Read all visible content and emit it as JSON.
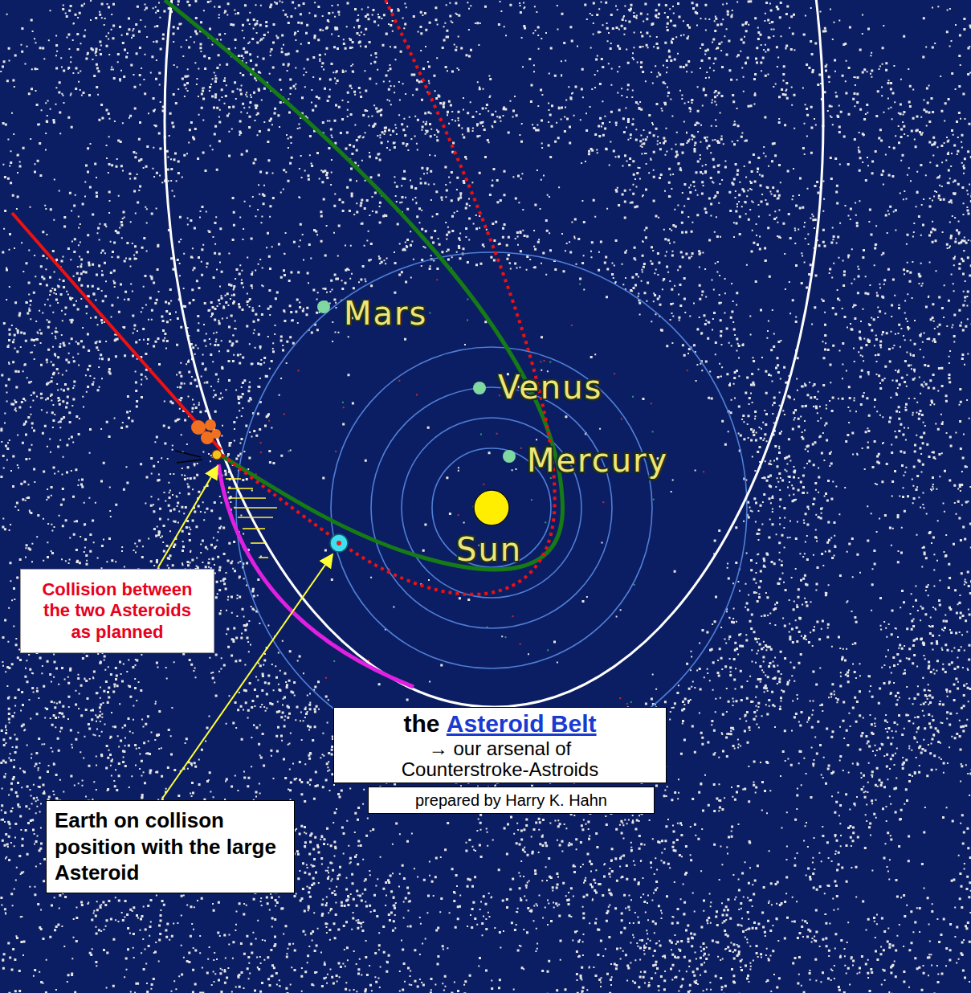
{
  "diagram": {
    "nodes": [
      {
        "text": [
          "Collision between the two Asteroids as planned"
        ]
      },
      {
        "text": [
          "Earth on collison position with the large Asteroid"
        ]
      },
      {
        "text": [
          "the",
          "Asteroid Belt",
          "→ our arsenal of Counterstroke-Astroids"
        ]
      },
      {
        "text": [
          "prepared by Harry K. Hahn"
        ]
      }
    ],
    "labels": [
      "Mars",
      "Venus",
      "Mercury",
      "Sun"
    ]
  }
}
